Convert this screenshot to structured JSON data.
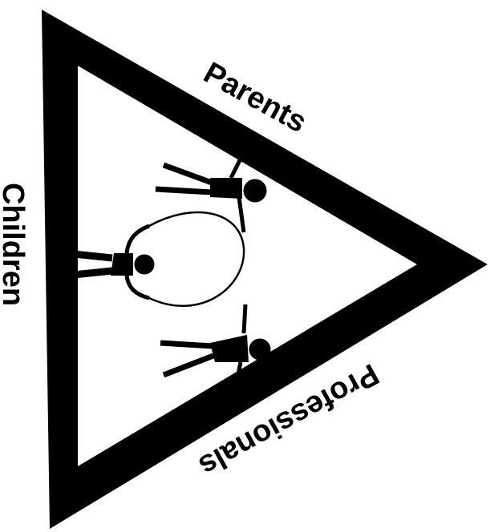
{
  "diagram": {
    "labels": {
      "children": "Children",
      "parents": "Parents",
      "professionals": "Professionals"
    },
    "colors": {
      "ink": "#000000",
      "paper": "#ffffff"
    },
    "icons": [
      "triangle-frame",
      "child-figure",
      "parent-figure",
      "professional-figure",
      "joined-arms-circle"
    ]
  }
}
